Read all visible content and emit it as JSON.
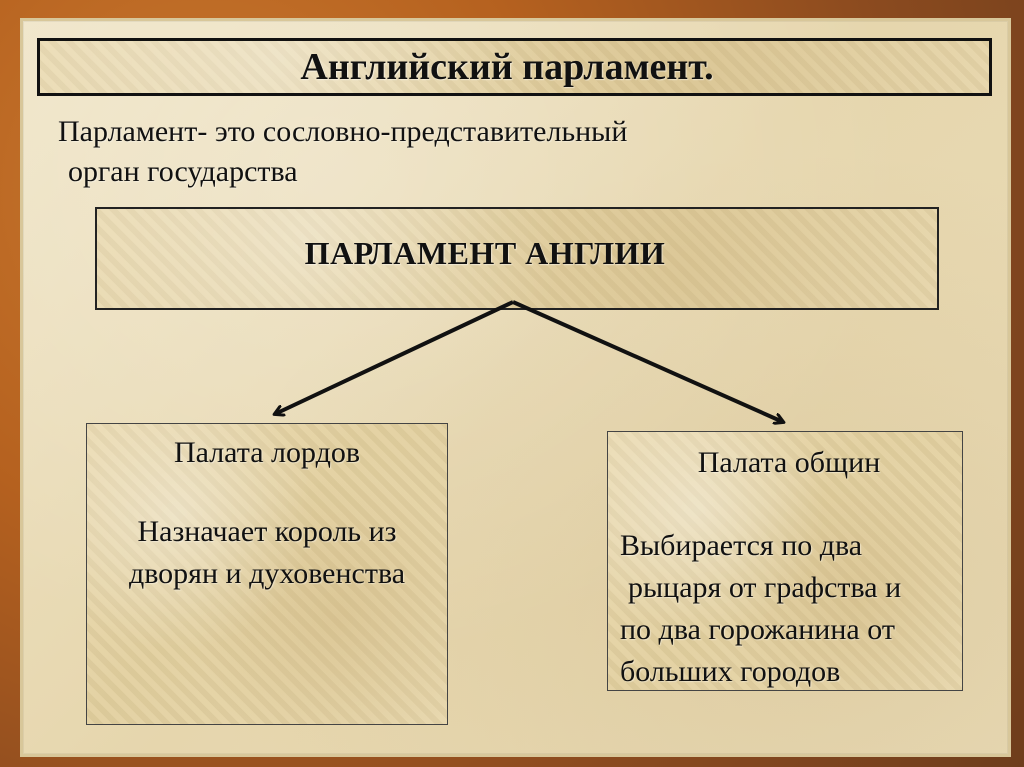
{
  "title": "Английский парламент.",
  "definition": {
    "line1": "Парламент- это сословно-представительный",
    "line2": "орган государства"
  },
  "parliament": {
    "label": "ПАРЛАМЕНТ АНГЛИИ"
  },
  "lords": {
    "title": "Палата лордов",
    "description": "Назначает король из дворян и духовенства"
  },
  "commons": {
    "title": "Палата  общин",
    "description_lines": [
      "Выбирается по два",
      "рыцаря от графства и",
      "по два горожанина от",
      "больших городов"
    ]
  }
}
